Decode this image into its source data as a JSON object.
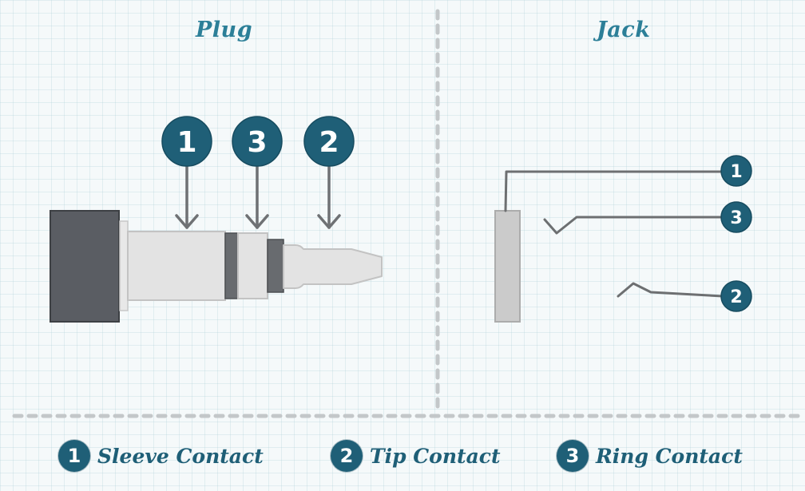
{
  "panels": {
    "plug_title": "Plug",
    "jack_title": "Jack"
  },
  "plug": {
    "callouts": [
      "1",
      "3",
      "2"
    ]
  },
  "jack": {
    "callouts": [
      "1",
      "3",
      "2"
    ]
  },
  "legend": [
    {
      "number": "1",
      "label": "Sleeve Contact"
    },
    {
      "number": "2",
      "label": "Tip Contact"
    },
    {
      "number": "3",
      "label": "Ring Contact"
    }
  ],
  "colors": {
    "accent": "#1f5f77",
    "title": "#2c7f98",
    "plug_cap": "#5a5d63",
    "plug_body": "#e4e4e4",
    "insulator": "#666a6e",
    "divider": "#c5c9cb",
    "wire": "#6d6f71"
  }
}
